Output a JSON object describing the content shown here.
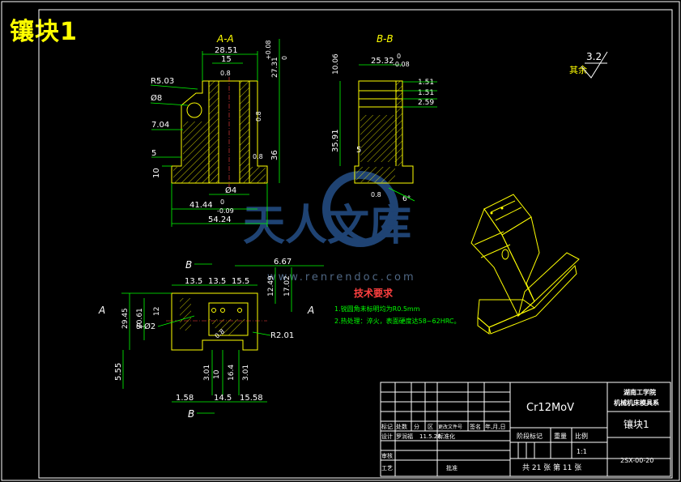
{
  "header": {
    "title": "镶块1"
  },
  "sections": {
    "aa": "A-A",
    "bb": "B-B",
    "b_top": "B",
    "b_bottom": "B",
    "a_left": "A",
    "a_right": "A"
  },
  "surface_finish": {
    "label": "其余",
    "value": "3.2"
  },
  "dims": {
    "v1_2851": "28.51",
    "v1_15": "15",
    "v1_08a": "0.8",
    "v1_2731": "27.31",
    "v1_tol": "+0.08",
    "v1_tol0": "0",
    "v1_r503": "R5.03",
    "v1_d8": "Ø8",
    "v1_704": "7.04",
    "v1_5": "5",
    "v1_10": "10",
    "v1_08b": "0.8",
    "v1_08c": "0.8",
    "v1_36": "36",
    "v1_d4": "Ø4",
    "v1_4144": "41.44",
    "v1_4144t0": "0",
    "v1_4144t": "-0.09",
    "v1_5424": "54.24",
    "v2_1006": "10.06",
    "v2_2532": "25.32",
    "v2_2532t0": "0",
    "v2_2532t": "-0.08",
    "v2_151a": "1.51",
    "v2_151b": "1.51",
    "v2_259": "2.59",
    "v2_3591": "35.91",
    "v2_5": "5",
    "v2_08": "0.8",
    "v2_6deg": "6°",
    "v3_667": "6.67",
    "v3_135a": "13.5",
    "v3_135b": "13.5",
    "v3_155": "15.5",
    "v3_1249": "12.49",
    "v3_1702": "17.02",
    "v3_2945": "29.45",
    "v3_2061": "20.61",
    "v3_12": "12",
    "v3_9d2": "9-Ø2",
    "v3_r201": "R2.01",
    "v3_08": "0.8",
    "v3_555": "5.55",
    "v3_10": "10",
    "v3_164": "16.4",
    "v3_301a": "3.01",
    "v3_301b": "3.01",
    "v3_158": "1.58",
    "v3_145": "14.5",
    "v3_1558": "15.58"
  },
  "notes": {
    "title": "技术要求",
    "line1": "1.锐圆角未标明均为R0.5mm",
    "line2": "2.热处理：淬火，表面硬度达58~62HRC。"
  },
  "watermark": {
    "text": "天人文库",
    "url": "www.renrendoc.com"
  },
  "title_block": {
    "material": "Cr12MoV",
    "school1": "湖南工学院",
    "school2": "机械机床模具系",
    "part_name": "镶块1",
    "drawing_no": "2SX-00-20",
    "scale_label": "比例",
    "scale": "1:1",
    "stage_label": "阶段标记",
    "weight_label": "重量",
    "sheet_info": "共 21 张 第 11 张",
    "row1": [
      "标记",
      "处数",
      "分",
      "区",
      "更改文件号",
      "签名",
      "年,月,日"
    ],
    "design_label": "设计",
    "designer": "罗润福",
    "date": "11.5.28",
    "std_label": "标准化",
    "review_label": "审核",
    "process_label": "工艺",
    "approve_label": "批准"
  }
}
